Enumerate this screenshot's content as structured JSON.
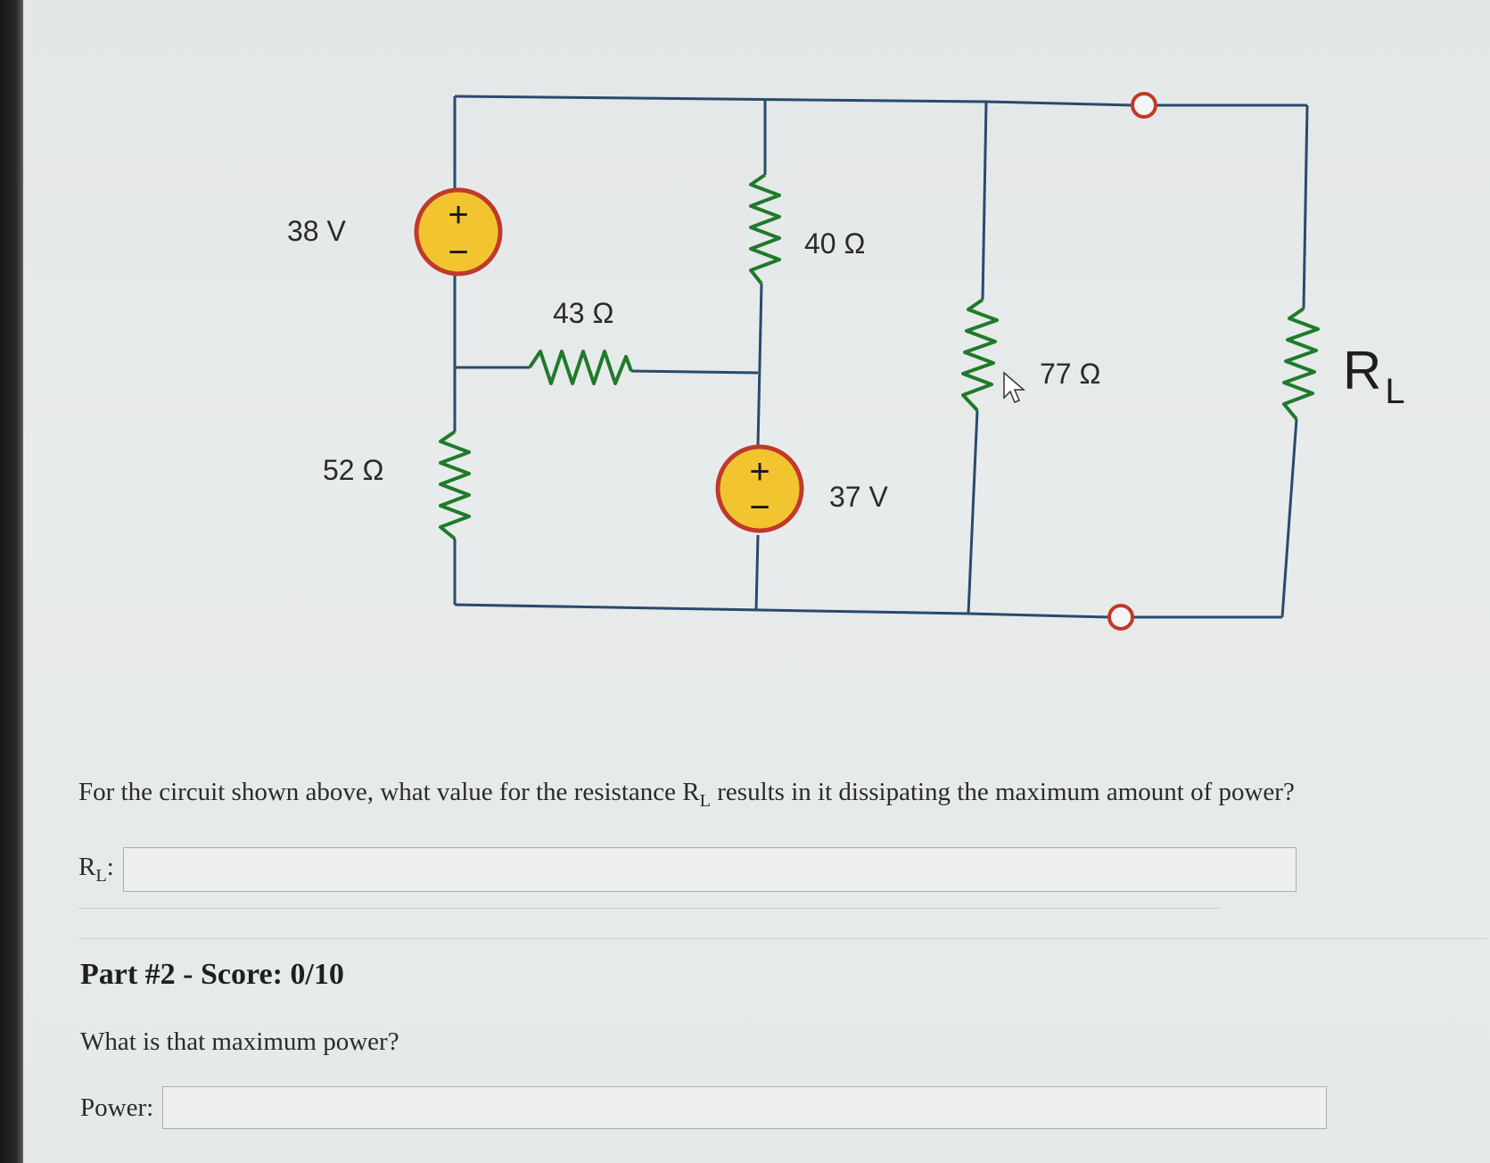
{
  "circuit": {
    "source_1": {
      "value": "38 V",
      "plus": "+",
      "minus": "−"
    },
    "source_2": {
      "value": "37 V",
      "plus": "+",
      "minus": "−"
    },
    "resistor_43": "43 Ω",
    "resistor_40": "40 Ω",
    "resistor_52": "52 Ω",
    "resistor_77": "77 Ω",
    "load_label_main": "R",
    "load_label_sub": "L",
    "colors": {
      "wire": "#2a4a6e",
      "resistor": "#1f7a2a",
      "source_fill": "#f2c530",
      "source_stroke": "#c0392b",
      "terminal": "#c0392b"
    }
  },
  "part1": {
    "question_prefix": "For the circuit shown above, what value for the resistance R",
    "question_sub": "L",
    "question_suffix": " results in it dissipating the maximum amount of power?",
    "answer_label_main": "R",
    "answer_label_sub": "L",
    "answer_label_colon": ":",
    "answer_value": ""
  },
  "part2": {
    "title": "Part #2 - Score: 0/10",
    "question": "What is that maximum power?",
    "power_label": "Power:",
    "power_value": ""
  }
}
